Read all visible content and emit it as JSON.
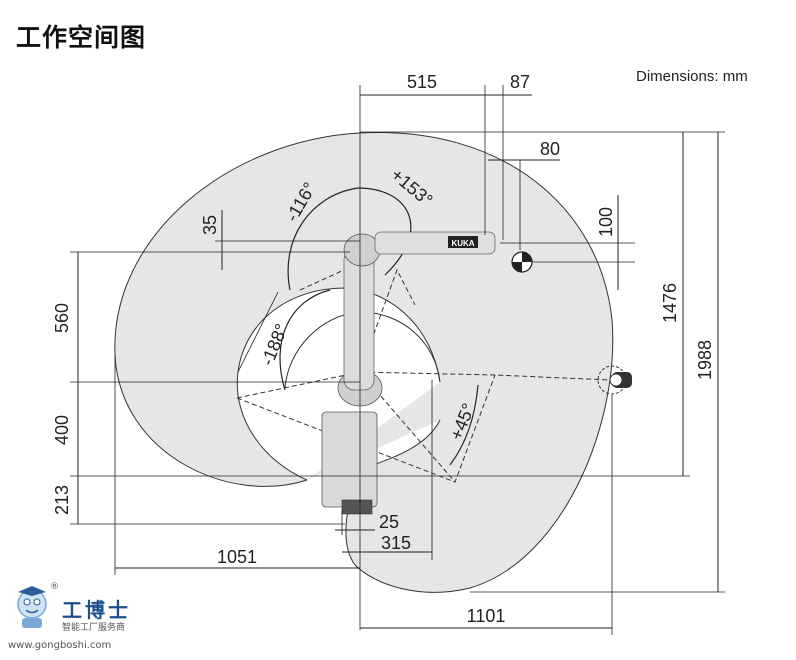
{
  "title": "工作空间图",
  "units_label": "Dimensions: mm",
  "dimensions": {
    "d515": "515",
    "d87": "87",
    "d80": "80",
    "d35": "35",
    "d100": "100",
    "d560": "560",
    "d1476": "1476",
    "d1988": "1988",
    "d400": "400",
    "d213": "213",
    "d25": "25",
    "d315": "315",
    "d1051": "1051",
    "d1101": "1101"
  },
  "angles": {
    "a_neg116": "-116°",
    "a_pos153": "+153°",
    "a_neg188": "-188°",
    "a_pos45": "+45°"
  },
  "robot_brand": "KUKA",
  "logo": {
    "name": "工博士",
    "tagline": "智能工厂服务商",
    "url": "www.gongboshi.com",
    "registered": "®"
  },
  "colors": {
    "workspace_fill": "#e6e6e6",
    "robot_fill": "#d9d9d9",
    "logo_blue": "#1d4f8a"
  }
}
